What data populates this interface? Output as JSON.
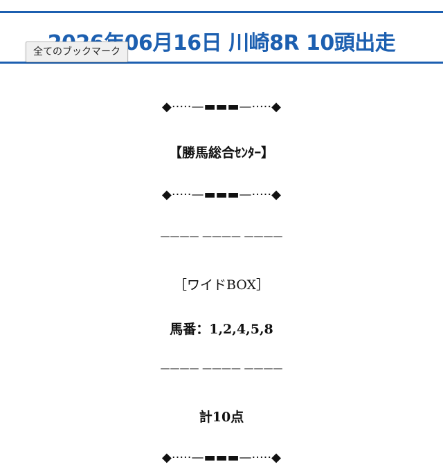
{
  "header": {
    "title": "2026年06月16日 川崎8R 10頭出走"
  },
  "tooltip": {
    "text": "全てのブックマーク"
  },
  "content": {
    "ornament": "◆·····—▬▬▬—·····◆",
    "section_name": "【勝馬総合ｾﾝﾀｰ】",
    "divider": "———— ———— ————",
    "bet_type": "［ワイドBOX］",
    "horse_numbers": "馬番：1,2,4,5,8",
    "total": "計10点"
  },
  "colors": {
    "accent": "#1c5fb0",
    "text": "#111111",
    "tooltip_bg": "#f0f0f0"
  }
}
